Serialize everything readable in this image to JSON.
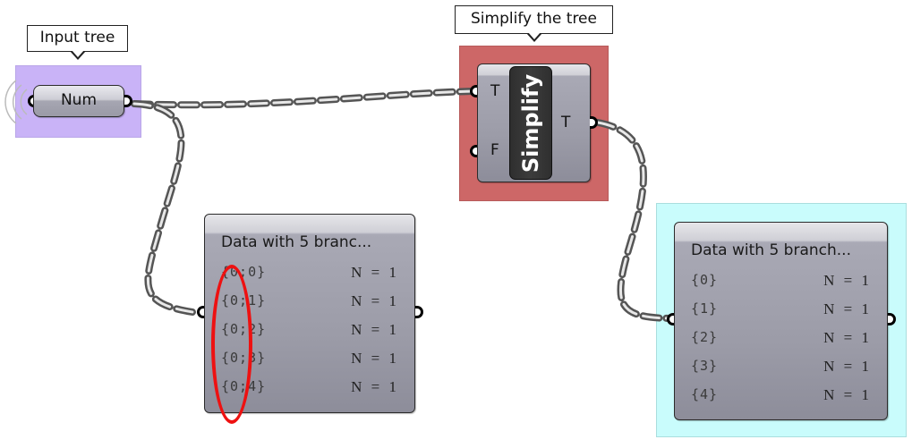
{
  "groups": {
    "input_group": {
      "color": "#c9b3f7",
      "label": "Input tree"
    },
    "simplify_group": {
      "color": "#cd6767",
      "label": "Simplify the tree"
    },
    "output_group": {
      "color": "#c9fcfc"
    }
  },
  "components": {
    "num_param": {
      "label": "Num"
    },
    "simplify": {
      "name": "Simplify",
      "inputs": [
        "T",
        "F"
      ],
      "outputs": [
        "T"
      ]
    }
  },
  "panels": {
    "left": {
      "title": "Data with 5 branc...",
      "rows": [
        {
          "path": "{0;0}",
          "count": "N = 1"
        },
        {
          "path": "{0;1}",
          "count": "N = 1"
        },
        {
          "path": "{0;2}",
          "count": "N = 1"
        },
        {
          "path": "{0;3}",
          "count": "N = 1"
        },
        {
          "path": "{0;4}",
          "count": "N = 1"
        }
      ]
    },
    "right": {
      "title": "Data with 5 branch...",
      "rows": [
        {
          "path": "{0}",
          "count": "N = 1"
        },
        {
          "path": "{1}",
          "count": "N = 1"
        },
        {
          "path": "{2}",
          "count": "N = 1"
        },
        {
          "path": "{3}",
          "count": "N = 1"
        },
        {
          "path": "{4}",
          "count": "N = 1"
        }
      ]
    }
  },
  "annotation": {
    "color": "#ee1111",
    "shape": "ellipse",
    "highlights": "first path index column of left panel"
  },
  "wire_style": {
    "color": "#666666",
    "type": "dashed tree wire"
  }
}
